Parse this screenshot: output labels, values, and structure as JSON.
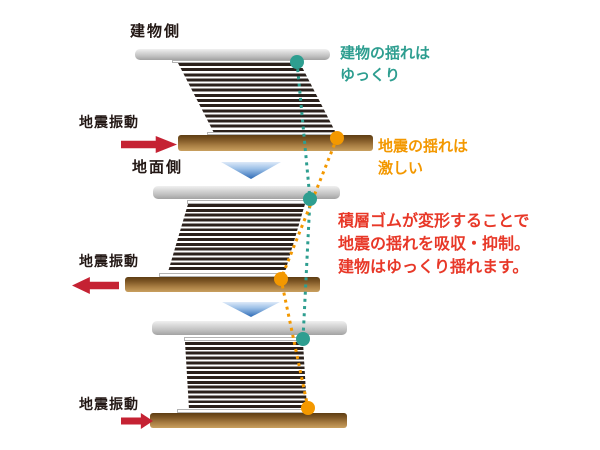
{
  "labels": {
    "building_side": "建物側",
    "ground_side": "地面側"
  },
  "panels": [
    {
      "id": "top",
      "vibration_label": "地震振動",
      "arrow_direction": "right"
    },
    {
      "id": "middle",
      "vibration_label": "地震振動",
      "arrow_direction": "left"
    },
    {
      "id": "bottom",
      "vibration_label": "地震振動",
      "arrow_direction": "right"
    }
  ],
  "annotations": {
    "building_sway": {
      "color": "#2e9e90",
      "lines": [
        "建物の揺れは",
        "ゆっくり"
      ]
    },
    "ground_sway": {
      "color": "#f39800",
      "lines": [
        "地震の揺れは",
        "激しい"
      ]
    },
    "explanation": {
      "color": "#e83828",
      "lines": [
        "積層ゴムが変形することで",
        "地震の揺れを吸収・抑制。",
        "建物はゆっくり揺れます。"
      ]
    }
  },
  "icons": {
    "vibration_arrow": "red-arrow",
    "sequence_marker": "down-triangle",
    "building_marker": "teal-dot",
    "ground_marker": "orange-dot",
    "building_trace": "teal-dotted-line",
    "ground_trace": "orange-dotted-line"
  },
  "colors": {
    "teal": "#2e9e90",
    "orange": "#f39800",
    "red_text": "#e83828",
    "arrow_red": "#c52233",
    "text_black": "#231815",
    "plate_gray": "#bdbdbd",
    "plate_brown_top": "#5e3d13",
    "plate_brown_bottom": "#c9a05f",
    "rubber_dark": "#2b211c",
    "triangle_blue": "#2e6bb6"
  }
}
